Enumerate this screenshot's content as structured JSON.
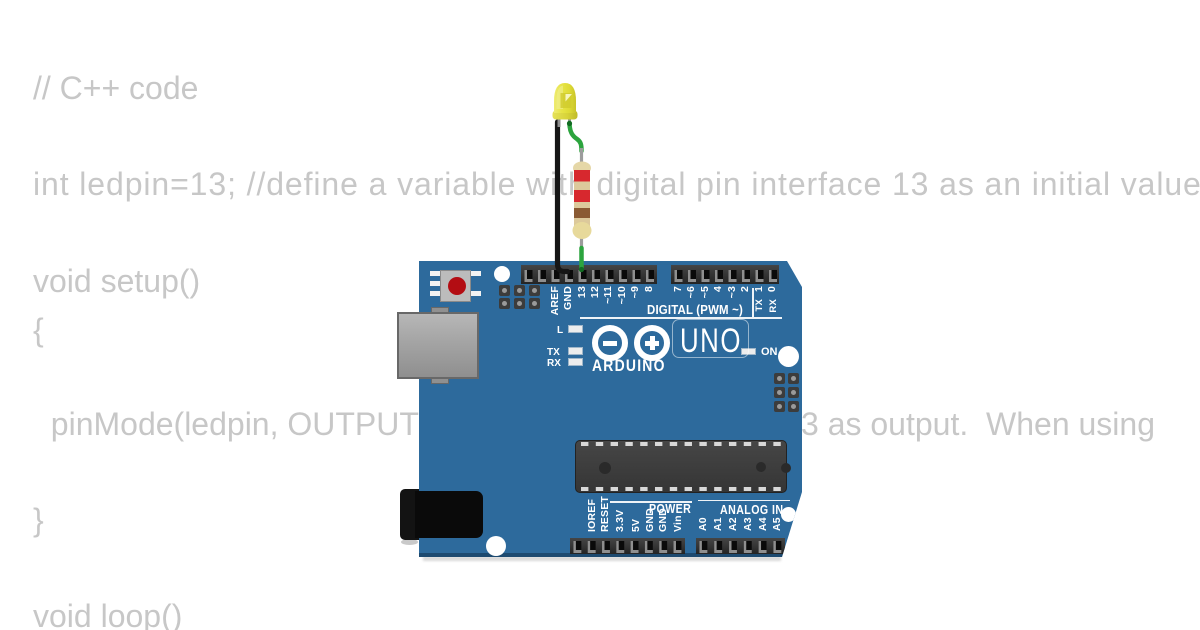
{
  "code": {
    "line1": "// C++ code",
    "line2": "int ledpin=13; //define a variable with digital pin interface 13 as an initial value",
    "line3": "void setup()",
    "line4": "{",
    "line5_left": "  pinMode(ledpin, OUTPUT); //set the digital",
    "line5_right": "3 as output.  When using",
    "line6": "}",
    "line7": "void loop()"
  },
  "board": {
    "name": "Arduino Uno",
    "color": "#2d6a9c",
    "logo_text": "ARDUINO",
    "model_text": "UNO",
    "digital_label": "DIGITAL (PWM ~)",
    "power_label": "POWER",
    "analog_label": "ANALOG IN",
    "on_label": "ON",
    "led_labels": [
      "L",
      "TX",
      "RX"
    ],
    "digital_pins_left": [
      "AREF",
      "GND",
      "13",
      "12",
      "~11",
      "~10",
      "~9",
      "8"
    ],
    "digital_pins_right": [
      "7",
      "~6",
      "~5",
      "4",
      "~3",
      "2",
      "1",
      "0"
    ],
    "serial_labels": [
      "TX",
      "RX"
    ],
    "power_pins": [
      "IOREF",
      "RESET",
      "3.3V",
      "5V",
      "GND",
      "GND",
      "Vin"
    ],
    "analog_pins": [
      "A0",
      "A1",
      "A2",
      "A3",
      "A4",
      "A5"
    ]
  },
  "components": {
    "led": {
      "color": "yellow",
      "body_hex": "#e6e243"
    },
    "resistor": {
      "bands": [
        "red",
        "red",
        "brown",
        "gold"
      ],
      "body_hex": "#dcc99b"
    },
    "wire_cathode": {
      "color_hex": "#161616"
    },
    "wire_anode": {
      "color_hex": "#2ca43e"
    }
  }
}
